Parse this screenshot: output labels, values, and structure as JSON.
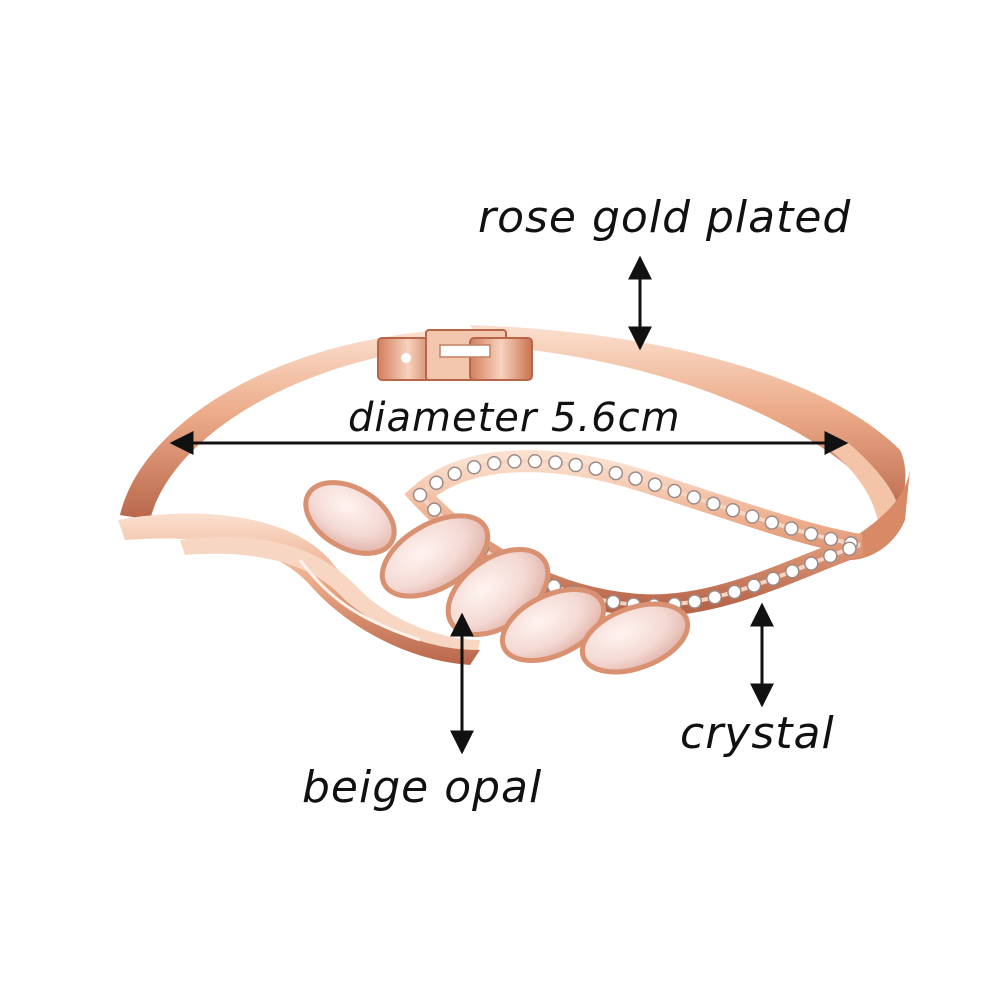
{
  "image": {
    "subject": "rose gold bangle bracelet with opal leaves and crystal-set leaf outline",
    "background": "#ffffff",
    "colors": {
      "metal_light": "#f6c9ae",
      "metal_mid": "#e79c78",
      "metal_dark": "#b9664a",
      "opal": "#f4d9d3",
      "opal_shade": "#e6bdb4",
      "crystal": "#ffffff",
      "arrow": "#111111"
    }
  },
  "labels": {
    "rose_gold": "rose gold plated",
    "diameter": "diameter 5.6cm",
    "crystal": "crystal",
    "opal": "beige opal"
  }
}
